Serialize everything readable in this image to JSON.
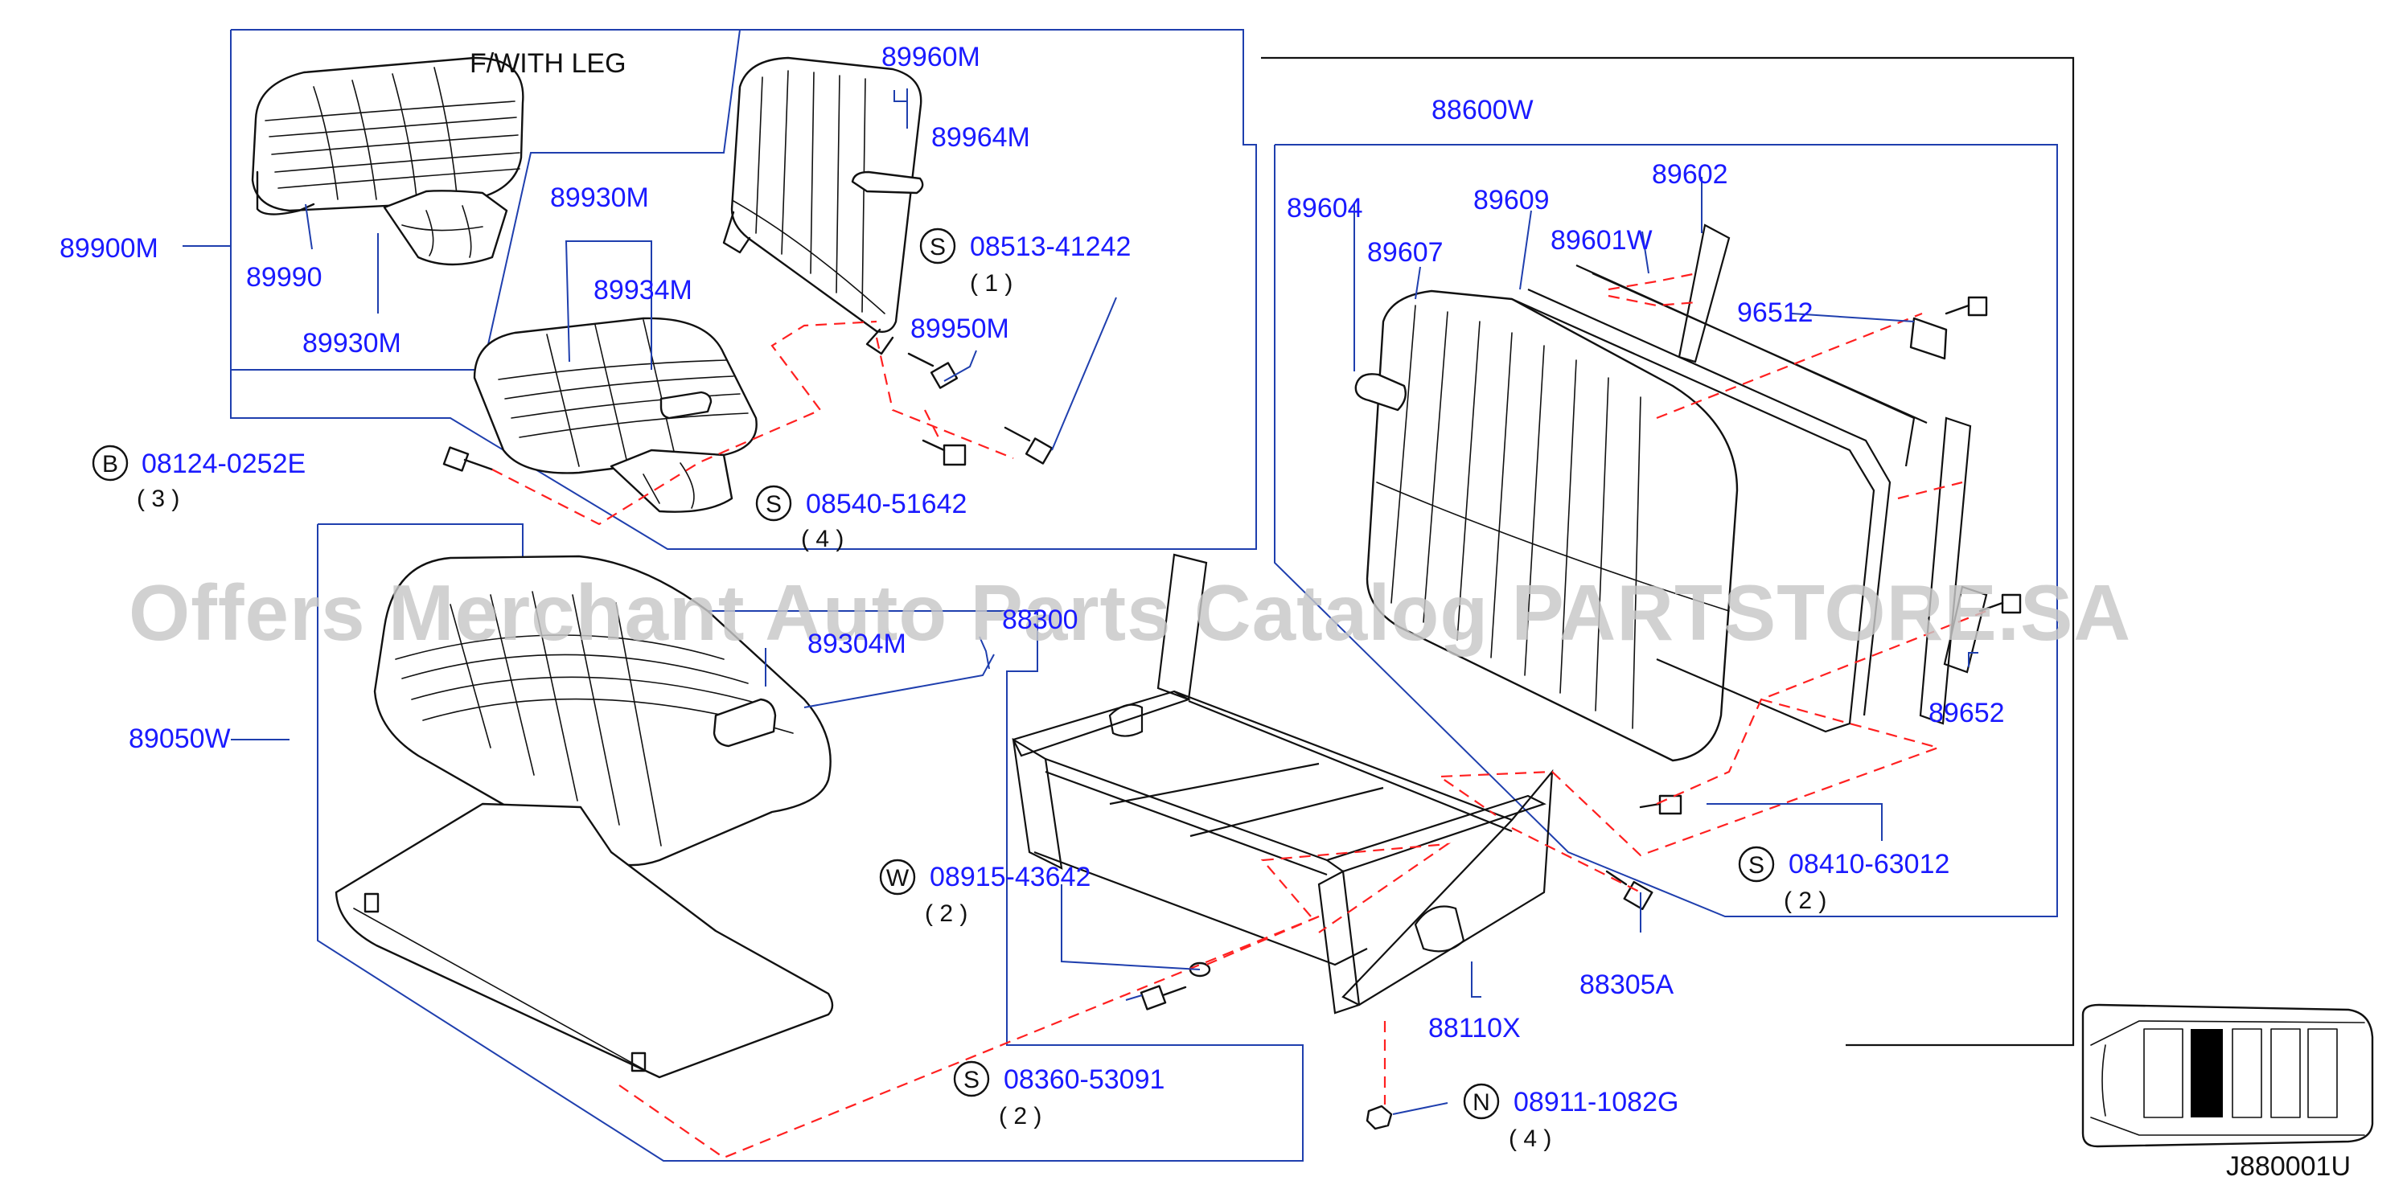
{
  "diagram_code": "J880001U",
  "watermark": "Offers Merchant Auto Parts Catalog PARTSTORE.SA",
  "groups": {
    "f_with_leg": "F/WITH   LEG"
  },
  "parts": {
    "p89960M": "89960M",
    "p89964M": "89964M",
    "p89930M_top": "89930M",
    "p89934M": "89934M",
    "p89900M": "89900M",
    "p89990": "89990",
    "p89930M_left": "89930M",
    "p89950M": "89950M",
    "p88600W": "88600W",
    "p89604": "89604",
    "p89607": "89607",
    "p89609": "89609",
    "p89602": "89602",
    "p89601W": "89601W",
    "p96512": "96512",
    "p88300": "88300",
    "p89304M": "89304M",
    "p89050W": "89050W",
    "p89652": "89652",
    "p88305A": "88305A",
    "p88110X": "88110X"
  },
  "fasteners": [
    {
      "symbol": "S",
      "part": "08513-41242",
      "qty": "( 1 )"
    },
    {
      "symbol": "B",
      "part": "08124-0252E",
      "qty": "( 3 )"
    },
    {
      "symbol": "S",
      "part": "08540-51642",
      "qty": "( 4 )"
    },
    {
      "symbol": "W",
      "part": "08915-43642",
      "qty": "( 2 )"
    },
    {
      "symbol": "S",
      "part": "08410-63012",
      "qty": "( 2 )"
    },
    {
      "symbol": "S",
      "part": "08360-53091",
      "qty": "( 2 )"
    },
    {
      "symbol": "N",
      "part": "08911-1082G",
      "qty": "( 4 )"
    }
  ]
}
